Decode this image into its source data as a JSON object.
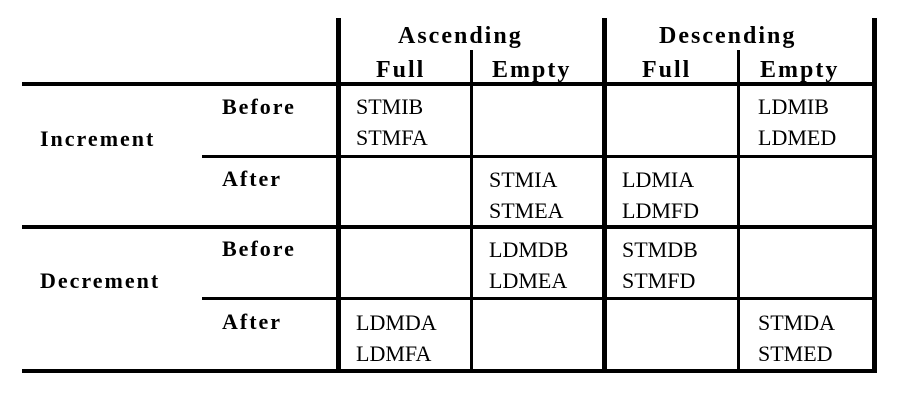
{
  "table": {
    "groups": [
      "Ascending",
      "Descending"
    ],
    "subcolumns": [
      "Full",
      "Empty",
      "Full",
      "Empty"
    ],
    "row_groups": [
      {
        "label": "Increment",
        "rows": [
          {
            "label": "Before",
            "cells": [
              [
                "STMIB",
                "STMFA"
              ],
              [],
              [],
              [
                "LDMIB",
                "LDMED"
              ]
            ]
          },
          {
            "label": "After",
            "cells": [
              [],
              [
                "STMIA",
                "STMEA"
              ],
              [
                "LDMIA",
                "LDMFD"
              ],
              []
            ]
          }
        ]
      },
      {
        "label": "Decrement",
        "rows": [
          {
            "label": "Before",
            "cells": [
              [],
              [
                "LDMDB",
                "LDMEA"
              ],
              [
                "STMDB",
                "STMFD"
              ],
              []
            ]
          },
          {
            "label": "After",
            "cells": [
              [
                "LDMDA",
                "LDMFA"
              ],
              [],
              [],
              [
                "STMDA",
                "STMED"
              ]
            ]
          }
        ]
      }
    ]
  }
}
